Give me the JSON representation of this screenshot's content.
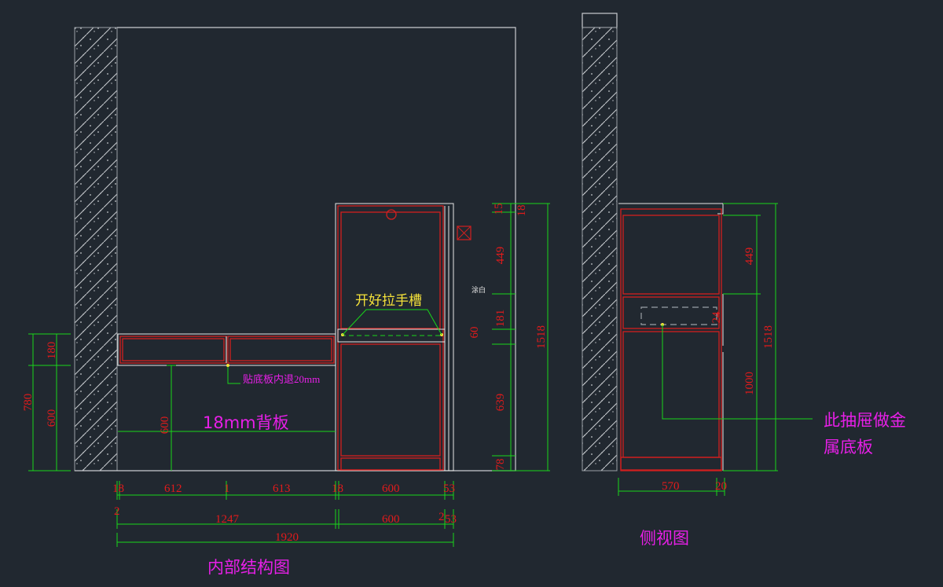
{
  "labels": {
    "front_view_title": "内部结构图",
    "side_view_title": "侧视图",
    "handle_note": "开好拉手槽",
    "back_panel_note": "18mm背板",
    "bottom_board_note": "贴底板内退20mm",
    "metal_note_line1": "此抽屉做金",
    "metal_note_line2": "属底板",
    "paint_note": "涂白"
  },
  "dims": {
    "front_left_total": "780",
    "front_left_top": "180",
    "front_left_bottom": "600",
    "front_inner_height": "600",
    "front_col_a": "18",
    "front_col_b": "612",
    "front_col_c": "1",
    "front_col_d": "613",
    "front_col_e": "18",
    "front_col_f": "600",
    "front_col_g": "53",
    "front_row2_a": "2",
    "front_row2_b": "1247",
    "front_row2_c": "600",
    "front_row2_d": "2",
    "front_row2_e": "53",
    "front_total_width": "1920",
    "tall_v_top1": "15",
    "tall_v_top2": "18",
    "tall_v_449": "449",
    "tall_v_mid": "181",
    "tall_v_60": "60",
    "tall_v_639": "639",
    "tall_v_78": "78",
    "tall_total": "1518",
    "side_449": "449",
    "side_24": "24",
    "side_1000": "1000",
    "side_total": "1518",
    "side_depth": "570",
    "side_gap": "20"
  }
}
